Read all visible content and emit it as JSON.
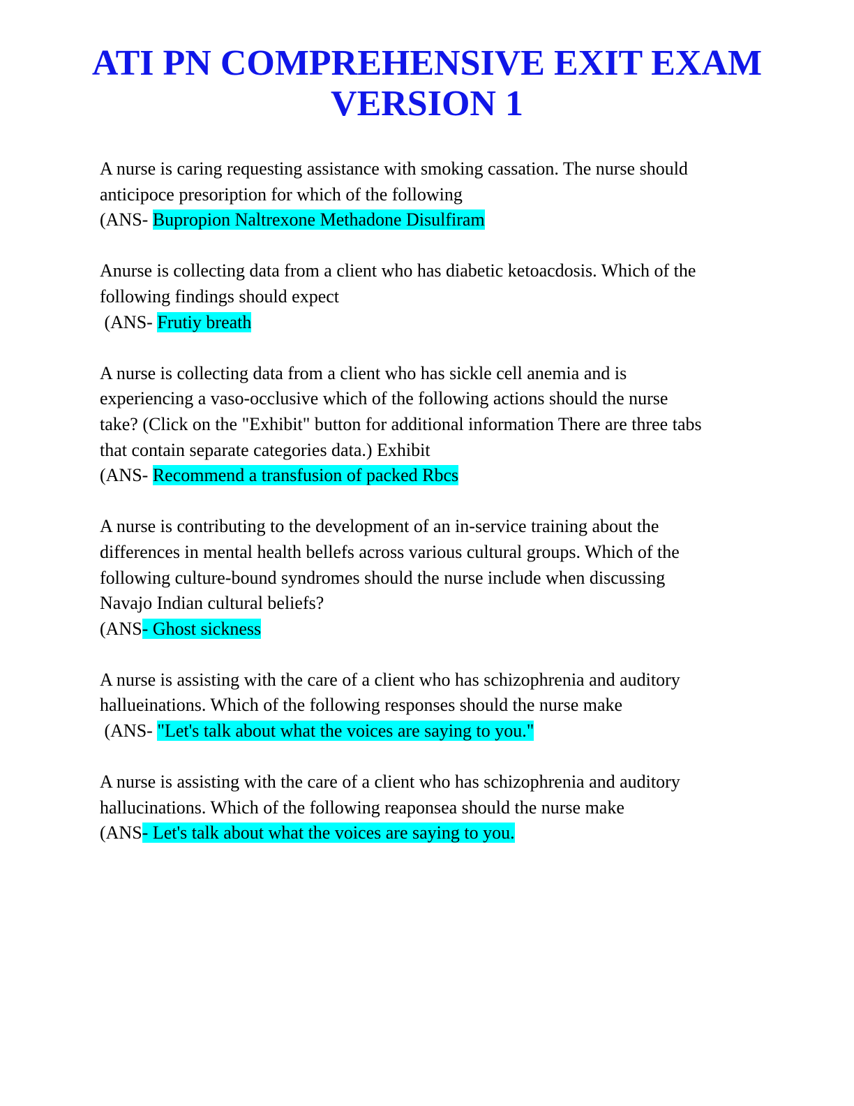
{
  "document": {
    "title_lines": [
      "ATI PN COMPREHENSIVE EXIT EXAM",
      "VERSION 1"
    ],
    "title_color": "#1016e8",
    "highlight_color": "#00ffff",
    "questions": [
      {
        "lines": [
          "A nurse is caring requesting assistance with smoking cassation. The nurse should",
          "anticipoce presoription for which of the following"
        ],
        "ans_prefix": "(ANS- ",
        "ans_highlight": "Bupropion Naltrexone Methadone Disulfiram"
      },
      {
        "lines": [
          "Anurse is collecting data from a client who has diabetic ketoacdosis. Which of the",
          "following findings should expect"
        ],
        "ans_prefix": " (ANS- ",
        "ans_highlight": "Frutiy breath"
      },
      {
        "lines": [
          "A nurse is collecting data from a client who has sickle cell anemia and is",
          "experiencing a vaso-occlusive which of the following actions should the nurse",
          "take? (Click on the \"Exhibit\" button for additional information There are three tabs",
          "that contain separate categories data.) Exhibit"
        ],
        "ans_prefix": "(ANS- ",
        "ans_highlight": "Recommend a transfusion of packed Rbcs"
      },
      {
        "lines": [
          "A nurse is contributing to the development of an in-service training about the",
          "differences in mental health bellefs across various cultural groups. Which of the",
          "following culture-bound syndromes should the nurse include when discussing",
          "Navajo Indian cultural beliefs?"
        ],
        "ans_prefix": "(ANS",
        "ans_highlight": "- Ghost sickness"
      },
      {
        "lines": [
          "A nurse is assisting with the care of a client who has schizophrenia and auditory",
          "hallueinations. Which of the following responses should the nurse make"
        ],
        "ans_prefix": " (ANS- ",
        "ans_highlight": "\"Let's talk about what the voices are saying to you.\""
      },
      {
        "lines": [
          "A nurse is assisting with the care of a client who has schizophrenia and auditory",
          "hallucinations. Which of the following reaponsea should the nurse make"
        ],
        "ans_prefix": "(ANS",
        "ans_highlight": "- Let's talk about what the voices are saying to you."
      }
    ]
  }
}
